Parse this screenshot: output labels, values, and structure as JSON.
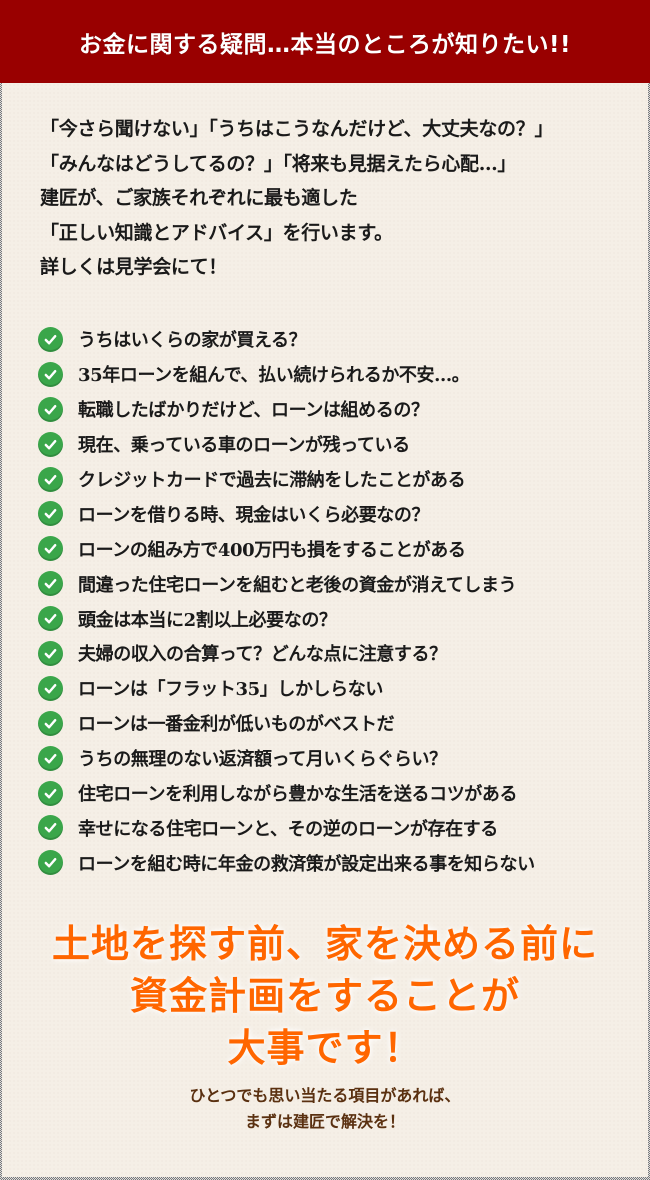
{
  "header": {
    "title": "お金に関する疑問…本当のところが知りたい!!",
    "background_color": "#990000"
  },
  "intro": {
    "lines": [
      "「今さら聞けない」「うちはこうなんだけど、大丈夫なの？」",
      "「みんなはどうしてるの？」「将来も見据えたら心配…」",
      "建匠が、ご家族それぞれに最も適した",
      "「正しい知識とアドバイス」を行います。",
      "詳しくは見学会にて！"
    ]
  },
  "checklist": {
    "icon": "check-circle-icon",
    "icon_color": "#3aa64a",
    "items": [
      "うちはいくらの家が買える？",
      "35年ローンを組んで、払い続けられるか不安…。",
      "転職したばかりだけど、ローンは組めるの？",
      "現在、乗っている車のローンが残っている",
      "クレジットカードで過去に滞納をしたことがある",
      "ローンを借りる時、現金はいくら必要なの？",
      "ローンの組み方で400万円も損をすることがある",
      "間違った住宅ローンを組むと老後の資金が消えてしまう",
      "頭金は本当に2割以上必要なの？",
      "夫婦の収入の合算って？どんな点に注意する？",
      "ローンは「フラット35」しかしらない",
      "ローンは一番金利が低いものがベストだ",
      "うちの無理のない返済額って月いくらぐらい？",
      "住宅ローンを利用しながら豊かな生活を送るコツがある",
      "幸せになる住宅ローンと、その逆のローンが存在する",
      "ローンを組む時に年金の救済策が設定出来る事を知らない"
    ]
  },
  "headline": {
    "lines": [
      "土地を探す前、家を決める前に",
      "資金計画をすることが",
      "大事です！"
    ],
    "color": "#ff6600"
  },
  "subtext": {
    "lines": [
      "ひとつでも思い当たる項目があれば、",
      "まずは建匠で解決を！"
    ],
    "color": "#5a3010"
  }
}
